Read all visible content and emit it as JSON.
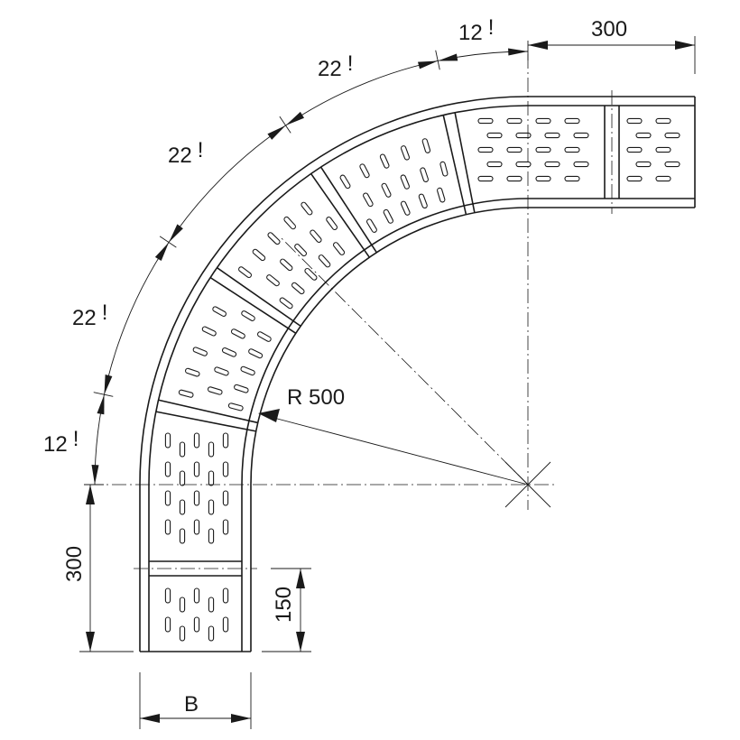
{
  "diagram": {
    "labels": {
      "radius": "R 500",
      "straight_top": "300",
      "straight_left": "300",
      "joint_height": "150",
      "width": "B",
      "angle_top_end": "12",
      "angle_mid_1": "22",
      "angle_mid_2": "22",
      "angle_mid_3": "22",
      "angle_bottom_end": "12",
      "angle_mark": "!"
    },
    "segments_deg": [
      12,
      22,
      22,
      22,
      12
    ],
    "colors": {
      "line": "#1a1a1a",
      "background": "#ffffff"
    }
  }
}
